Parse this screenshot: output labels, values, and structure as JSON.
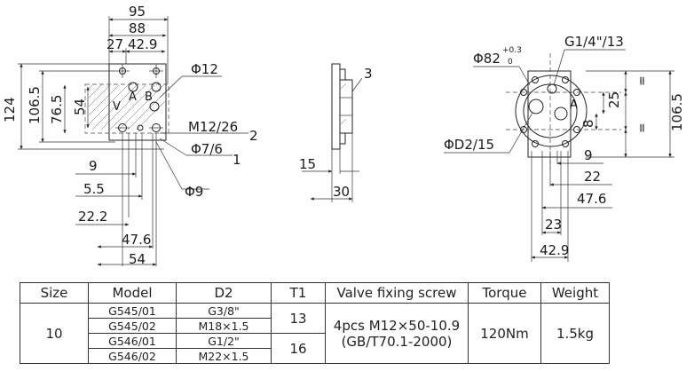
{
  "front_view": {
    "dims": {
      "w95": "95",
      "w88": "88",
      "w27": "27",
      "w42_9": "42.9",
      "h124": "124",
      "h106_5": "106.5",
      "h76_5": "76.5",
      "h54": "54",
      "b9": "9",
      "b5_5": "5.5",
      "b22_2": "22.2",
      "b47_6": "47.6",
      "b54": "54"
    },
    "callouts": {
      "phi12": "Φ12",
      "m12": "M12/26",
      "phi7": "Φ7/6",
      "phi9": "Φ9",
      "n1": "1",
      "n2": "2"
    },
    "port_labels": {
      "v": "V",
      "a": "A",
      "b": "B"
    }
  },
  "side_view": {
    "dims": {
      "d15": "15",
      "d30": "30"
    },
    "callouts": {
      "n3": "3"
    }
  },
  "rear_view": {
    "dims": {
      "phi82": "Φ82",
      "tol_up": "+0.3",
      "tol_dn": "0",
      "g14": "G1/4\"/13",
      "phid2": "ΦD2/15",
      "r25": "25",
      "r8": "8",
      "r106_5": "106.5",
      "r9": "9",
      "r22": "22",
      "r47_6": "47.6",
      "r23": "23",
      "r42_9": "42.9",
      "eq": "="
    },
    "port_labels": {
      "a": "A"
    }
  },
  "table": {
    "headers": [
      "Size",
      "Model",
      "D2",
      "T1",
      "Valve fixing screw",
      "Torque",
      "Weight"
    ],
    "size": "10",
    "models": [
      "G545/01",
      "G545/02",
      "G546/01",
      "G546/02"
    ],
    "d2": [
      "G3/8\"",
      "M18×1.5",
      "G1/2\"",
      "M22×1.5"
    ],
    "t1": [
      "13",
      "16"
    ],
    "screw_line1": "4pcs M12×50-10.9",
    "screw_line2": "(GB/T70.1-2000)",
    "torque": "120Nm",
    "weight": "1.5kg"
  }
}
